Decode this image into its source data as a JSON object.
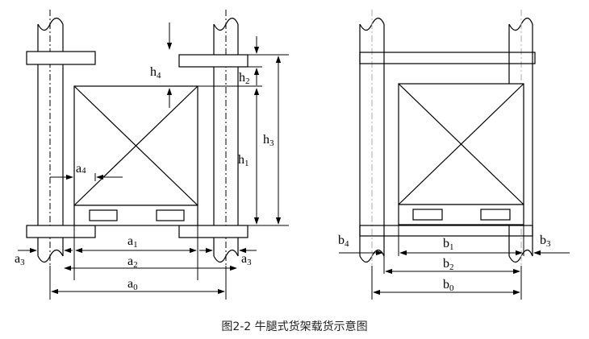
{
  "caption": "图2-2 牛腿式货架载货示意图",
  "labels": {
    "a0": {
      "base": "a",
      "sub": "0"
    },
    "a1": {
      "base": "a",
      "sub": "1"
    },
    "a2": {
      "base": "a",
      "sub": "2"
    },
    "a3": {
      "base": "a",
      "sub": "3"
    },
    "a4": {
      "base": "a",
      "sub": "4"
    },
    "h1": {
      "base": "h",
      "sub": "1"
    },
    "h2": {
      "base": "h",
      "sub": "2"
    },
    "h3": {
      "base": "h",
      "sub": "3"
    },
    "h4": {
      "base": "h",
      "sub": "4"
    },
    "b0": {
      "base": "b",
      "sub": "0"
    },
    "b1": {
      "base": "b",
      "sub": "1"
    },
    "b2": {
      "base": "b",
      "sub": "2"
    },
    "b3": {
      "base": "b",
      "sub": "3"
    },
    "b4": {
      "base": "b",
      "sub": "4"
    }
  }
}
